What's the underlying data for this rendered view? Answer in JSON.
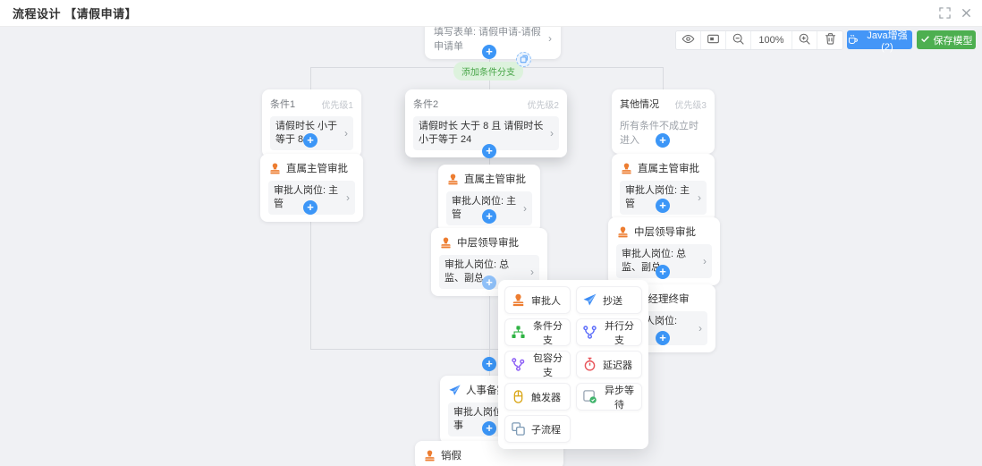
{
  "header": {
    "title": "流程设计 【请假申请】"
  },
  "toolbar": {
    "zoom_level": "100%",
    "java_enhance_label": "Java增强 (2)",
    "save_model_label": "保存模型"
  },
  "flow": {
    "add_condition_branch_label": "添加条件分支",
    "form_node": {
      "text": "填写表单: 请假申请-请假申请单"
    },
    "conditions": [
      {
        "title": "条件1",
        "priority": "优先级1",
        "content": "请假时长 小于等于 8"
      },
      {
        "title": "条件2",
        "priority": "优先级2",
        "content": "请假时长 大于 8 且 请假时长 小于等于 24"
      },
      {
        "title": "其他情况",
        "priority": "优先级3",
        "content": "所有条件不成立时进入"
      }
    ],
    "nodes": {
      "approve_left_1": {
        "title": "直属主管审批",
        "content": "审批人岗位: 主管"
      },
      "approve_mid_1": {
        "title": "直属主管审批",
        "content": "审批人岗位: 主管"
      },
      "approve_mid_2": {
        "title": "中层领导审批",
        "content": "审批人岗位: 总监、副总"
      },
      "approve_right_1": {
        "title": "直属主管审批",
        "content": "审批人岗位: 主管"
      },
      "approve_right_2": {
        "title": "中层领导审批",
        "content": "审批人岗位: 总监、副总"
      },
      "approve_right_3": {
        "title": "总经理终审",
        "content": "审批人岗位: ceo"
      },
      "hr_record": {
        "title": "人事备案",
        "content": "审批人岗位: 人事"
      },
      "cancel_leave": {
        "title": "销假"
      }
    },
    "node_menu": {
      "items": [
        {
          "label": "审批人"
        },
        {
          "label": "抄送"
        },
        {
          "label": "条件分支"
        },
        {
          "label": "并行分支"
        },
        {
          "label": "包容分支"
        },
        {
          "label": "延迟器"
        },
        {
          "label": "触发器"
        },
        {
          "label": "异步等待"
        },
        {
          "label": "子流程"
        }
      ]
    }
  },
  "colors": {
    "accent_blue": "#3c96f7",
    "save_green": "#4daf50",
    "approver_orange": "#ed7d31",
    "cc_blue": "#3d8df5",
    "branch_green": "#2fb344",
    "canvas_bg": "#f0f1f4"
  }
}
